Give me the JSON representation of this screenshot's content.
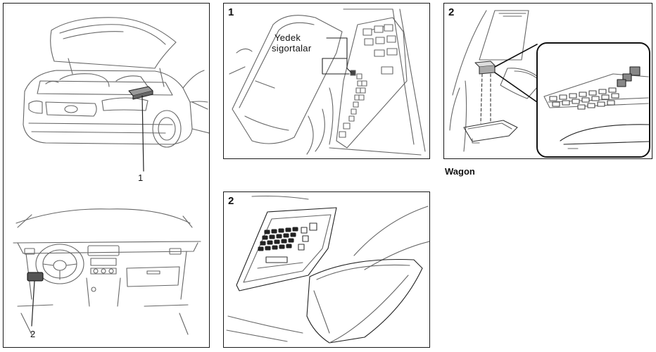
{
  "panels": {
    "left": {
      "callout_top": "1",
      "callout_bottom": "2"
    },
    "engine_fuse_box": {
      "number": "1",
      "spare_fuses_line1": "Yedek",
      "spare_fuses_line2": "sigortalar"
    },
    "wagon_fuse_box": {
      "number": "2",
      "caption": "Wagon"
    },
    "interior_fuse_box": {
      "number": "2"
    }
  }
}
